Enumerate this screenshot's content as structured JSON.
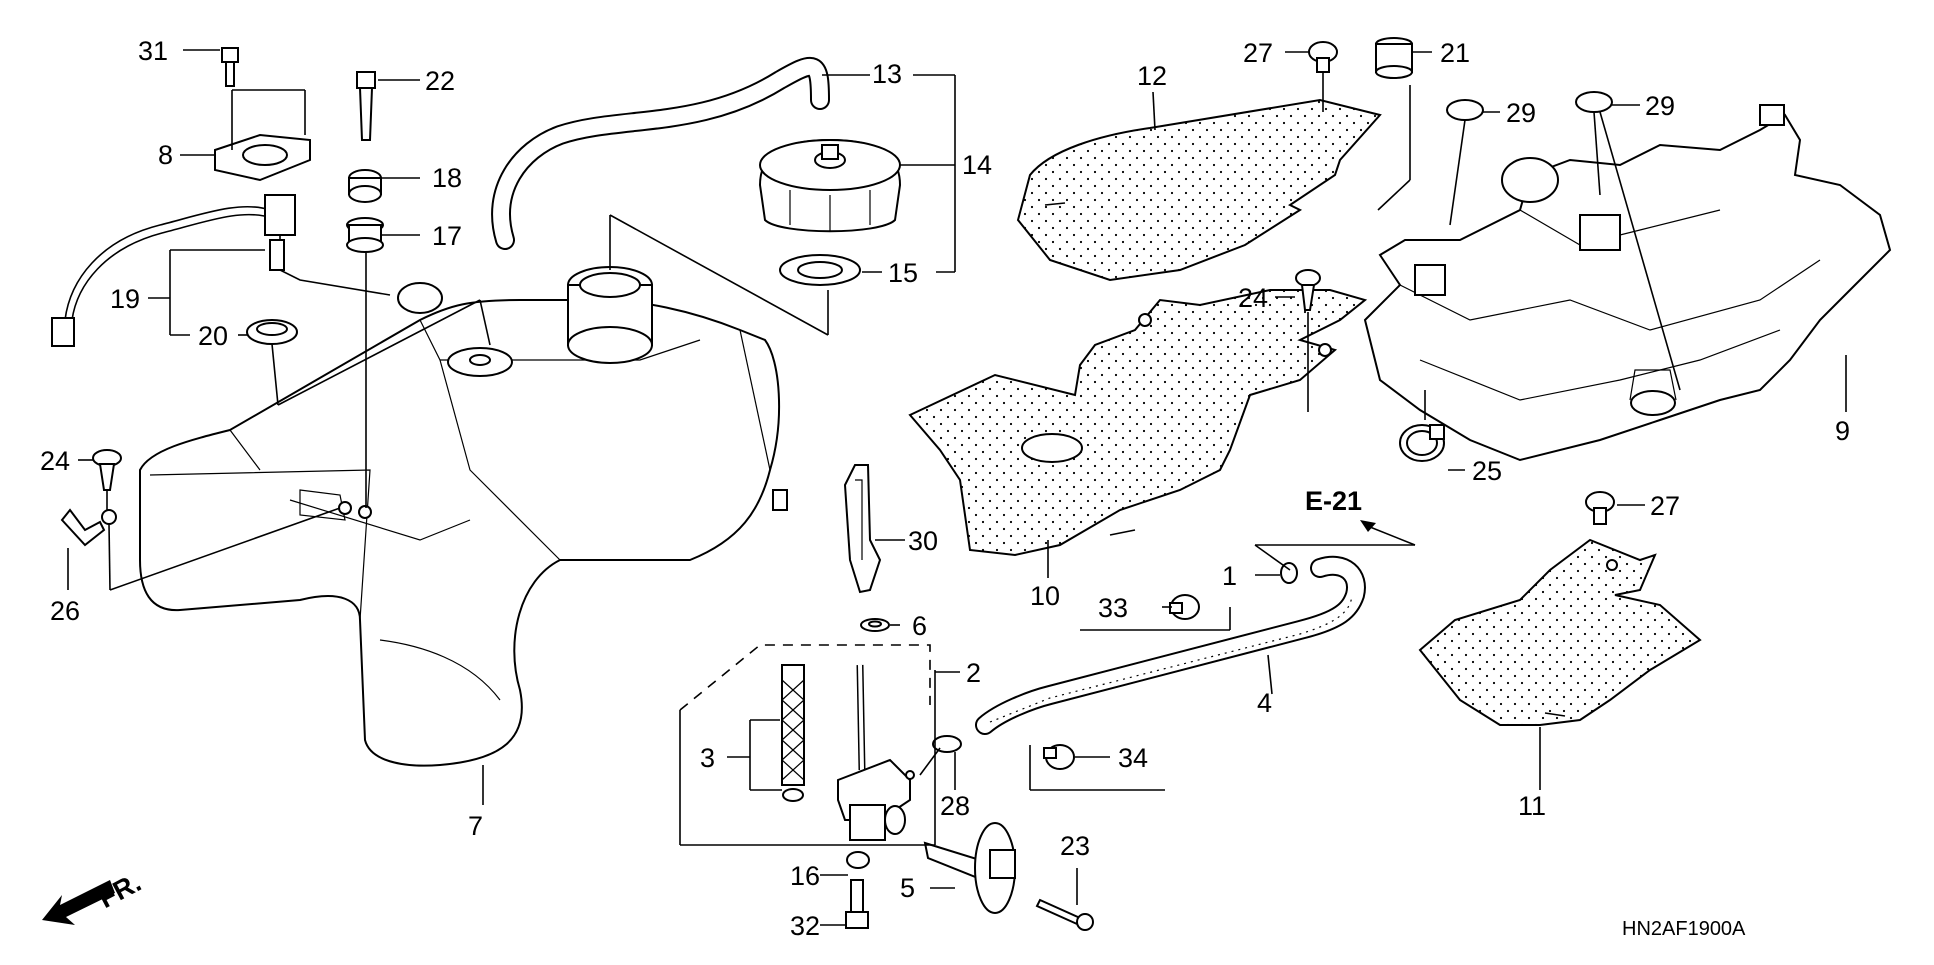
{
  "diagram_code": "HN2AF1900A",
  "reference": "E-21",
  "front_mark": "FR.",
  "callouts": {
    "c1": "1",
    "c2": "2",
    "c3": "3",
    "c4": "4",
    "c5": "5",
    "c6": "6",
    "c7": "7",
    "c8": "8",
    "c9": "9",
    "c10": "10",
    "c11": "11",
    "c12": "12",
    "c13": "13",
    "c14": "14",
    "c15": "15",
    "c16": "16",
    "c17": "17",
    "c18": "18",
    "c19": "19",
    "c20": "20",
    "c21": "21",
    "c22": "22",
    "c23": "23",
    "c24a": "24",
    "c24b": "24",
    "c25": "25",
    "c26": "26",
    "c27a": "27",
    "c27b": "27",
    "c28": "28",
    "c29a": "29",
    "c29b": "29",
    "c30": "30",
    "c31": "31",
    "c32": "32",
    "c33": "33",
    "c34": "34"
  }
}
